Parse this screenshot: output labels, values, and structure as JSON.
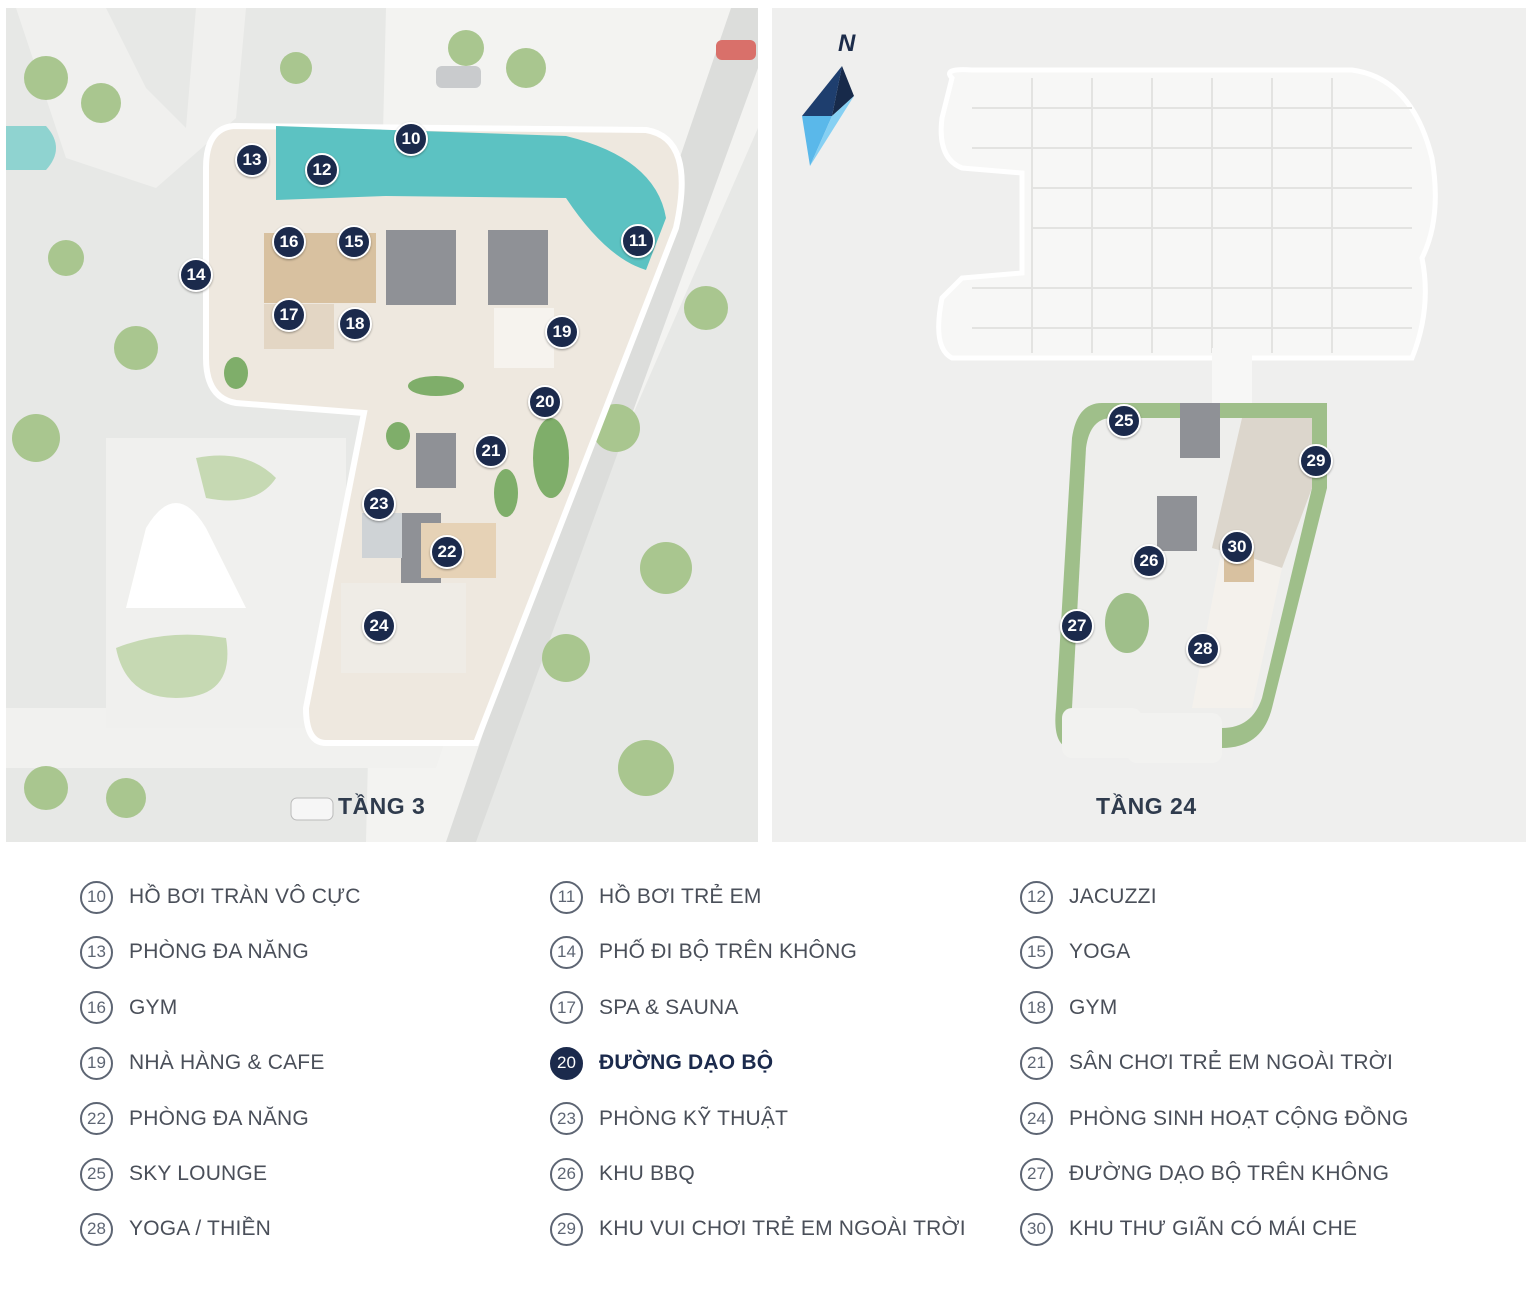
{
  "colors": {
    "marker": "#1b2a4c",
    "pool": "#5cc2c2",
    "deck": "#e9e1d6",
    "greenery": "#9fbf8a",
    "legend_text": "#4a4f59"
  },
  "compass": {
    "letter": "N",
    "icon": "north-arrow-icon"
  },
  "floors": [
    {
      "label": "TẦNG 3"
    },
    {
      "label": "TẦNG 24"
    }
  ],
  "markers_l3": [
    "10",
    "11",
    "12",
    "13",
    "14",
    "15",
    "16",
    "17",
    "18",
    "19",
    "20",
    "21",
    "22",
    "23",
    "24"
  ],
  "markers_l24": [
    "25",
    "26",
    "27",
    "28",
    "29",
    "30"
  ],
  "legend": [
    {
      "num": "10",
      "label": "HỒ BƠI TRÀN VÔ CỰC"
    },
    {
      "num": "11",
      "label": "HỒ BƠI TRẺ EM"
    },
    {
      "num": "12",
      "label": "JACUZZI"
    },
    {
      "num": "13",
      "label": "PHÒNG ĐA NĂNG"
    },
    {
      "num": "14",
      "label": "PHỐ ĐI BỘ TRÊN KHÔNG"
    },
    {
      "num": "15",
      "label": "YOGA"
    },
    {
      "num": "16",
      "label": "GYM"
    },
    {
      "num": "17",
      "label": "SPA & SAUNA"
    },
    {
      "num": "18",
      "label": "GYM"
    },
    {
      "num": "19",
      "label": "NHÀ HÀNG & CAFE"
    },
    {
      "num": "20",
      "label": "ĐƯỜNG DẠO BỘ",
      "active": true
    },
    {
      "num": "21",
      "label": "SÂN CHƠI TRẺ EM NGOÀI TRỜI"
    },
    {
      "num": "22",
      "label": "PHÒNG ĐA NĂNG"
    },
    {
      "num": "23",
      "label": "PHÒNG KỸ THUẬT"
    },
    {
      "num": "24",
      "label": "PHÒNG SINH HOẠT CỘNG ĐỒNG"
    },
    {
      "num": "25",
      "label": "SKY LOUNGE"
    },
    {
      "num": "26",
      "label": "KHU BBQ"
    },
    {
      "num": "27",
      "label": "ĐƯỜNG DẠO BỘ TRÊN KHÔNG"
    },
    {
      "num": "28",
      "label": "YOGA / THIỀN"
    },
    {
      "num": "29",
      "label": "KHU VUI CHƠI TRẺ EM NGOÀI TRỜI"
    },
    {
      "num": "30",
      "label": "KHU THƯ GIÃN CÓ MÁI CHE"
    }
  ]
}
